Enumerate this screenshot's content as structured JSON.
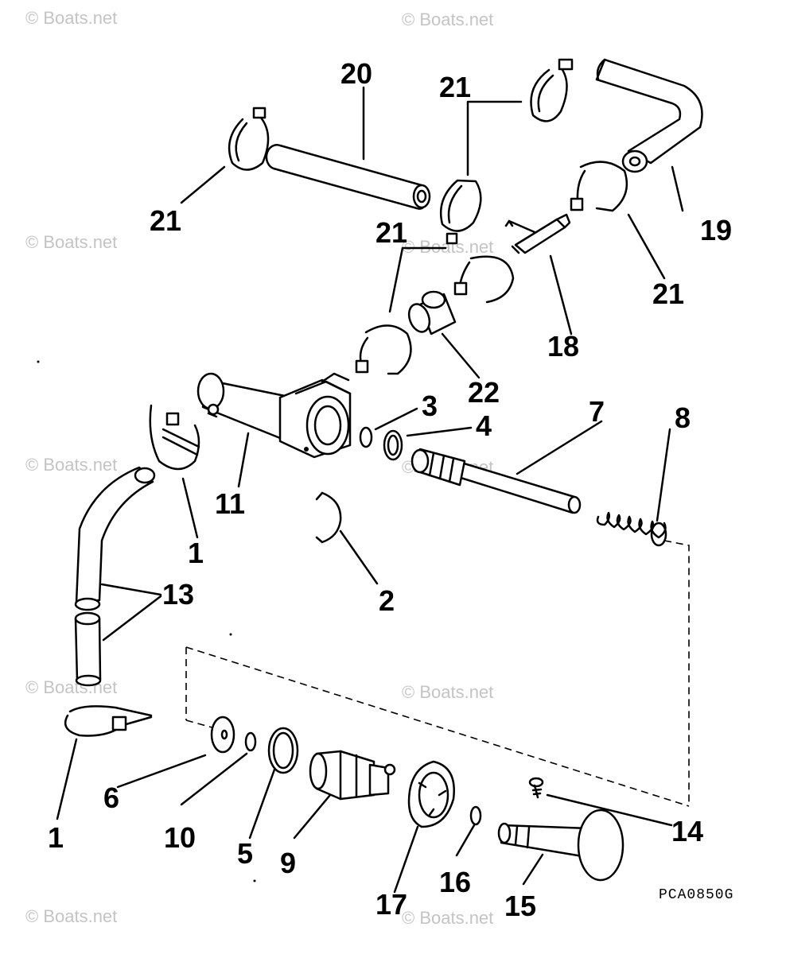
{
  "watermark": {
    "text": "© Boats.net",
    "color": "#c4c4c4"
  },
  "drawing_code": "PCA0850G",
  "callouts": [
    {
      "id": "c20",
      "text": "20"
    },
    {
      "id": "c21a",
      "text": "21"
    },
    {
      "id": "c21b",
      "text": "21"
    },
    {
      "id": "c21c",
      "text": "21"
    },
    {
      "id": "c21d",
      "text": "21"
    },
    {
      "id": "c19",
      "text": "19"
    },
    {
      "id": "c18",
      "text": "18"
    },
    {
      "id": "c22",
      "text": "22"
    },
    {
      "id": "c3",
      "text": "3"
    },
    {
      "id": "c4",
      "text": "4"
    },
    {
      "id": "c7",
      "text": "7"
    },
    {
      "id": "c8",
      "text": "8"
    },
    {
      "id": "c11",
      "text": "11"
    },
    {
      "id": "c1a",
      "text": "1"
    },
    {
      "id": "c13",
      "text": "13"
    },
    {
      "id": "c2",
      "text": "2"
    },
    {
      "id": "c1b",
      "text": "1"
    },
    {
      "id": "c6",
      "text": "6"
    },
    {
      "id": "c10",
      "text": "10"
    },
    {
      "id": "c5",
      "text": "5"
    },
    {
      "id": "c9",
      "text": "9"
    },
    {
      "id": "c17",
      "text": "17"
    },
    {
      "id": "c16",
      "text": "16"
    },
    {
      "id": "c15",
      "text": "15"
    },
    {
      "id": "c14",
      "text": "14"
    }
  ]
}
